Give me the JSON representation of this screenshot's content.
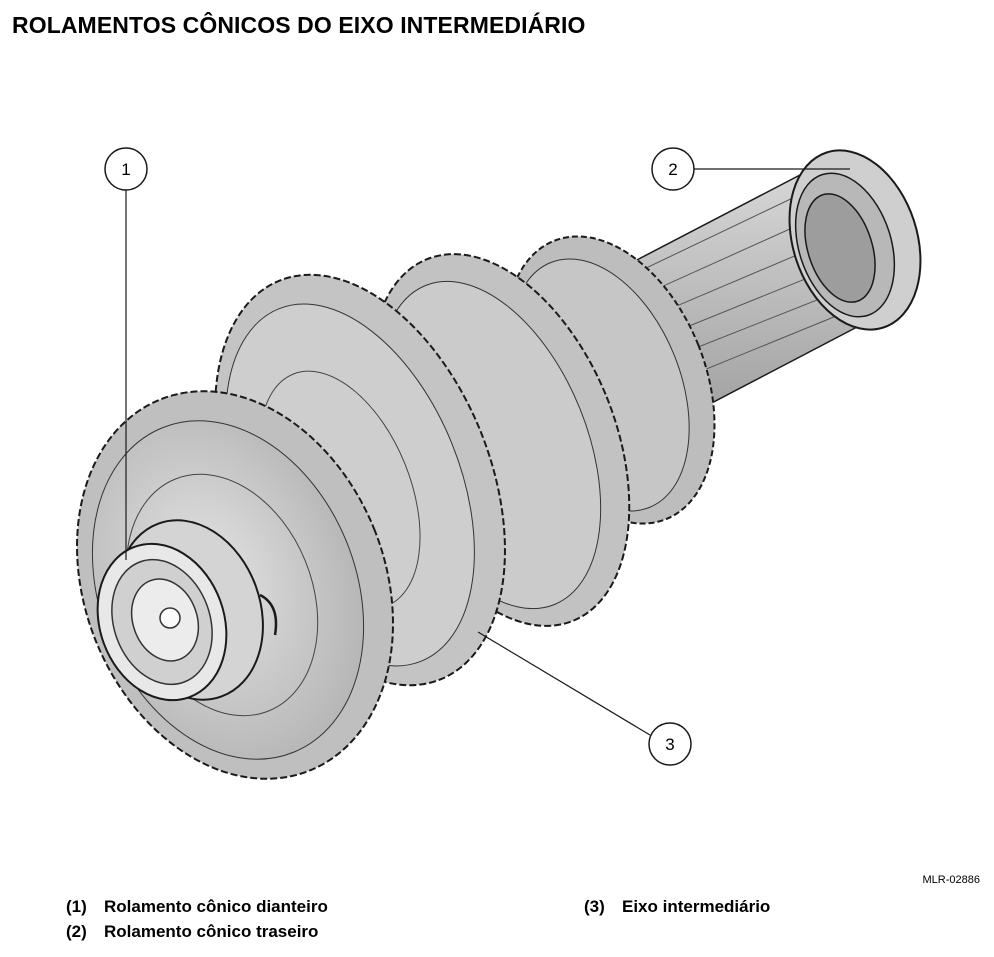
{
  "title": "ROLAMENTOS CÔNICOS DO EIXO INTERMEDIÁRIO",
  "reference_code": "MLR-02886",
  "callouts": [
    {
      "number": "1",
      "label": "Rolamento cônico dianteiro"
    },
    {
      "number": "2",
      "label": "Rolamento cônico traseiro"
    },
    {
      "number": "3",
      "label": "Eixo intermediário"
    }
  ],
  "legend": [
    {
      "number": "(1)",
      "label": "Rolamento cônico dianteiro"
    },
    {
      "number": "(2)",
      "label": "Rolamento cônico traseiro"
    },
    {
      "number": "(3)",
      "label": "Eixo intermediário"
    }
  ],
  "colors": {
    "part_fill": "#c9c9c9",
    "part_shade": "#a9a9a9",
    "outline": "#1a1a1a"
  }
}
